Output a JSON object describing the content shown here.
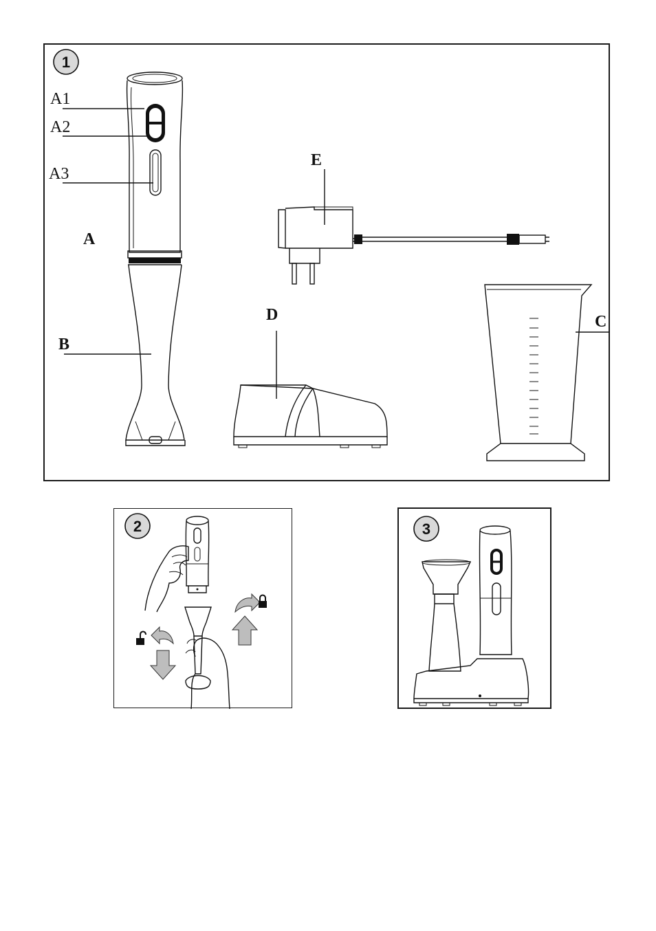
{
  "panels": [
    {
      "number": "1",
      "labels": {
        "a1": "A1",
        "a2": "A2",
        "a3": "A3",
        "a": "A",
        "b": "B",
        "c": "C",
        "d": "D",
        "e": "E"
      }
    },
    {
      "number": "2"
    },
    {
      "number": "3"
    }
  ],
  "icons": {
    "panel2": [
      "hand-icon",
      "lock-icon",
      "unlock-icon",
      "rotate-arrow-icon",
      "up-arrow-icon",
      "down-arrow-icon"
    ],
    "panel3": [
      "blender-on-charger-icon"
    ]
  },
  "colors": {
    "line": "#111111",
    "arrow_fill": "#bdbdbd",
    "badge_fill": "#d9d9d9"
  }
}
